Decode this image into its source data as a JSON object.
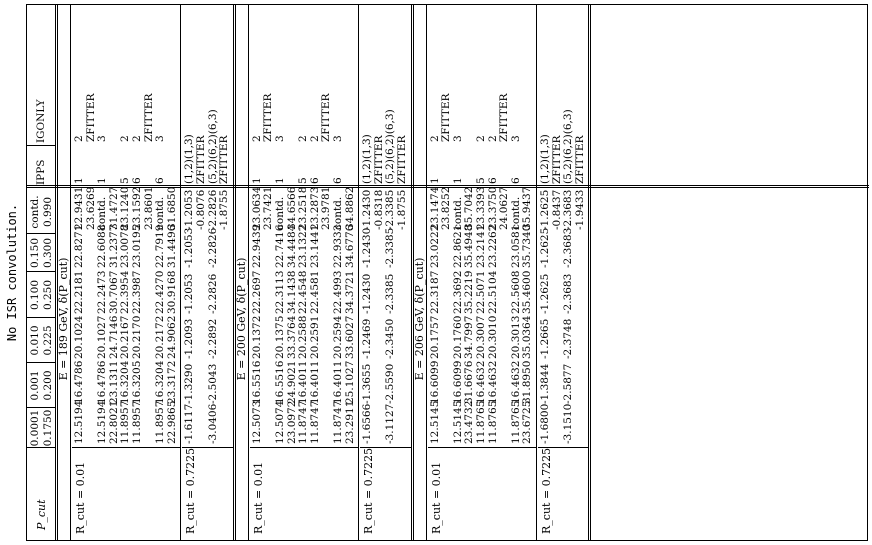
{
  "caption": "No ISR convolution.",
  "pcut_label": "P_cut",
  "pcut_values": [
    [
      "0.0001",
      "0.1750"
    ],
    [
      "0.001",
      "0.200"
    ],
    [
      "0.010",
      "0.225"
    ],
    [
      "0.100",
      "0.250"
    ],
    [
      "0.150",
      "0.300"
    ],
    [
      "contd.",
      "0.990"
    ]
  ],
  "right_headers": [
    "IPPS",
    "IGONLY"
  ],
  "blocks": [
    {
      "energy_label": "E = 189 GeV, δ(P_cut)",
      "groups": [
        {
          "rcut_label": "R_cut = 0.01",
          "rows": [
            {
              "vals": [
                "12.5194",
                "16.4786",
                "20.1024",
                "22.2181",
                "22.8271",
                "22.9431"
              ],
              "ipps": "1",
              "igonly": "2"
            },
            {
              "vals": [
                "",
                "",
                "",
                "",
                "",
                "23.6269"
              ],
              "ipps": "",
              "igonly": "ZFITTER"
            },
            {
              "vals": [
                "12.5194",
                "16.4786",
                "20.1027",
                "22.2473",
                "22.6088",
                "contd."
              ],
              "ipps": "1",
              "igonly": "3"
            },
            {
              "vals": [
                "22.8021",
                "23.1311",
                "24.7146",
                "30.7067",
                "31.2377",
                "31.4727"
              ],
              "ipps": "",
              "igonly": ""
            },
            {
              "vals": [
                "11.8957",
                "16.3204",
                "20.2167",
                "22.3954",
                "23.0078",
                "23.1240"
              ],
              "ipps": "5",
              "igonly": "2"
            },
            {
              "vals": [
                "11.8957",
                "16.3205",
                "20.2170",
                "22.3987",
                "23.0195",
                "23.1592"
              ],
              "ipps": "6",
              "igonly": "2"
            },
            {
              "vals": [
                "",
                "",
                "",
                "",
                "",
                "23.8601"
              ],
              "ipps": "",
              "igonly": "ZFITTER"
            },
            {
              "vals": [
                "11.8957",
                "16.3204",
                "20.2172",
                "22.4270",
                "22.7919",
                "contd."
              ],
              "ipps": "6",
              "igonly": "3"
            },
            {
              "vals": [
                "22.9865",
                "23.3172",
                "24.9062",
                "30.9168",
                "31.4496",
                "31.6850"
              ],
              "ipps": "",
              "igonly": ""
            }
          ]
        },
        {
          "rcut_label": "R_cut = 0.7225",
          "rows": [
            {
              "vals": [
                "-1.6117",
                "-1.3290",
                "-1.2093",
                "-1.2053",
                "-1.2053",
                "-1.2053"
              ],
              "ipps": "(1,2)(1,3)",
              "igonly": ""
            },
            {
              "vals": [
                "",
                "",
                "",
                "",
                "",
                "-0.8076"
              ],
              "ipps": "ZFITTER",
              "igonly": ""
            },
            {
              "vals": [
                "-3.0406",
                "-2.5043",
                "-2.2892",
                "-2.2826",
                "-2.2826",
                "-2.2826"
              ],
              "ipps": "(5,2)(6,2)(6,3)",
              "igonly": ""
            },
            {
              "vals": [
                "",
                "",
                "",
                "",
                "",
                "-1.8755"
              ],
              "ipps": "ZFITTER",
              "igonly": ""
            }
          ]
        }
      ]
    },
    {
      "energy_label": "E = 200 GeV, δ(P_cut)",
      "groups": [
        {
          "rcut_label": "R_cut = 0.01",
          "rows": [
            {
              "vals": [
                "12.5073",
                "16.5516",
                "20.1372",
                "22.2697",
                "22.9439",
                "23.0634"
              ],
              "ipps": "1",
              "igonly": "2"
            },
            {
              "vals": [
                "",
                "",
                "",
                "",
                "",
                "23.7421"
              ],
              "ipps": "",
              "igonly": "ZFITTER"
            },
            {
              "vals": [
                "12.5074",
                "16.5516",
                "20.1375",
                "22.3113",
                "22.7416",
                "contd."
              ],
              "ipps": "1",
              "igonly": "3"
            },
            {
              "vals": [
                "23.0972",
                "24.9021",
                "33.3764",
                "34.1438",
                "34.4484",
                "34.6566"
              ],
              "ipps": "",
              "igonly": ""
            },
            {
              "vals": [
                "11.8747",
                "16.4011",
                "20.2588",
                "22.4548",
                "23.1322",
                "23.2518"
              ],
              "ipps": "5",
              "igonly": "2"
            },
            {
              "vals": [
                "11.8747",
                "16.4011",
                "20.2591",
                "22.4581",
                "23.1441",
                "23.2873"
              ],
              "ipps": "6",
              "igonly": "2"
            },
            {
              "vals": [
                "",
                "",
                "",
                "",
                "",
                "23.9781"
              ],
              "ipps": "",
              "igonly": "ZFITTER"
            },
            {
              "vals": [
                "11.8747",
                "16.4011",
                "20.2594",
                "22.4993",
                "22.9333",
                "contd."
              ],
              "ipps": "6",
              "igonly": "3"
            },
            {
              "vals": [
                "23.2911",
                "25.1027",
                "33.6027",
                "34.3721",
                "34.6776",
                "34.8862"
              ],
              "ipps": "",
              "igonly": ""
            }
          ]
        },
        {
          "rcut_label": "R_cut = 0.7225",
          "rows": [
            {
              "vals": [
                "-1.6566",
                "-1.3655",
                "-1.2469",
                "-1.2430",
                "-1.2430",
                "-1.2430"
              ],
              "ipps": "(1,2)(1,3)",
              "igonly": ""
            },
            {
              "vals": [
                "",
                "",
                "",
                "",
                "",
                "-0.8318"
              ],
              "ipps": "ZFITTER",
              "igonly": ""
            },
            {
              "vals": [
                "-3.1127",
                "-2.5590",
                "-2.3450",
                "-2.3385",
                "-2.3385",
                "-2.3385"
              ],
              "ipps": "(5,2)(6,2)(6,3)",
              "igonly": ""
            },
            {
              "vals": [
                "",
                "",
                "",
                "",
                "",
                "-1.8755"
              ],
              "ipps": "ZFITTER",
              "igonly": ""
            }
          ]
        }
      ]
    },
    {
      "energy_label": "E = 206 GeV, δ(P_cut)",
      "groups": [
        {
          "rcut_label": "R_cut = 0.01",
          "rows": [
            {
              "vals": [
                "12.5145",
                "16.6099",
                "20.1757",
                "22.3187",
                "23.0222",
                "23.1474"
              ],
              "ipps": "1",
              "igonly": "2"
            },
            {
              "vals": [
                "",
                "",
                "",
                "",
                "",
                "23.8252"
              ],
              "ipps": "",
              "igonly": "ZFITTER"
            },
            {
              "vals": [
                "12.5145",
                "16.6099",
                "20.1760",
                "22.3692",
                "22.8621",
                "contd."
              ],
              "ipps": "1",
              "igonly": "3"
            },
            {
              "vals": [
                "23.4732",
                "31.6676",
                "34.7997",
                "35.2219",
                "35.4948",
                "35.7042"
              ],
              "ipps": "",
              "igonly": ""
            },
            {
              "vals": [
                "11.8765",
                "16.4632",
                "20.3007",
                "22.5071",
                "23.2141",
                "23.3393"
              ],
              "ipps": "5",
              "igonly": "2"
            },
            {
              "vals": [
                "11.8765",
                "16.4632",
                "20.3010",
                "22.5104",
                "23.2262",
                "23.3750"
              ],
              "ipps": "6",
              "igonly": "2"
            },
            {
              "vals": [
                "",
                "",
                "",
                "",
                "",
                "24.0627"
              ],
              "ipps": "",
              "igonly": "ZFITTER"
            },
            {
              "vals": [
                "11.8765",
                "16.4632",
                "20.3013",
                "22.5608",
                "23.0581",
                "contd."
              ],
              "ipps": "6",
              "igonly": "3"
            },
            {
              "vals": [
                "23.6725",
                "31.8950",
                "35.0364",
                "35.4600",
                "35.7340",
                "35.9437"
              ],
              "ipps": "",
              "igonly": ""
            }
          ]
        },
        {
          "rcut_label": "R_cut = 0.7225",
          "rows": [
            {
              "vals": [
                "-1.6800",
                "-1.3844",
                "-1.2665",
                "-1.2625",
                "-1.2625",
                "-1.2625"
              ],
              "ipps": "(1,2)(1,3)",
              "igonly": ""
            },
            {
              "vals": [
                "",
                "",
                "",
                "",
                "",
                "-0.8437"
              ],
              "ipps": "ZFITTER",
              "igonly": ""
            },
            {
              "vals": [
                "-3.1510",
                "-2.5877",
                "-2.3748",
                "-2.3683",
                "-2.3683",
                "-2.3683"
              ],
              "ipps": "(5,2)(6,2)(6,3)",
              "igonly": ""
            },
            {
              "vals": [
                "",
                "",
                "",
                "",
                "",
                "-1.9433"
              ],
              "ipps": "ZFITTER",
              "igonly": ""
            }
          ]
        }
      ]
    }
  ]
}
